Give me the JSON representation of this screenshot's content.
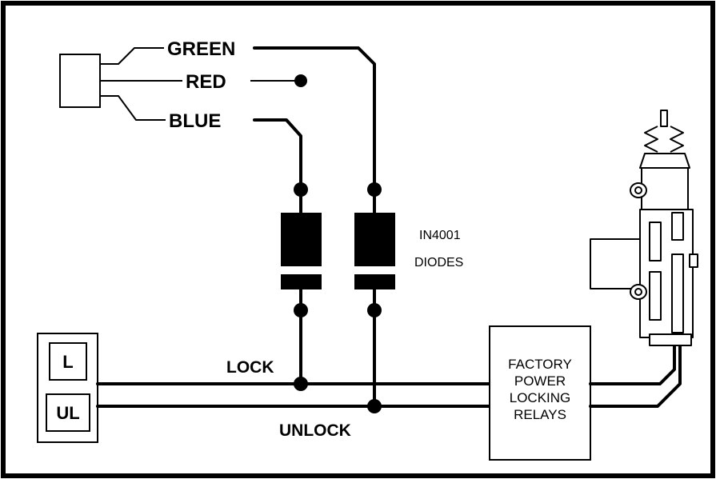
{
  "wires": {
    "green": "GREEN",
    "red": "RED",
    "blue": "BLUE",
    "lock": "LOCK",
    "unlock": "UNLOCK"
  },
  "diodes": {
    "part": "IN4001",
    "label": "DIODES"
  },
  "relay": {
    "lines": [
      "FACTORY",
      "POWER",
      "LOCKING",
      "RELAYS"
    ]
  },
  "switch": {
    "lock_key": "L",
    "unlock_key": "UL"
  },
  "colors": {
    "ink": "#000000",
    "paper": "#ffffff"
  }
}
